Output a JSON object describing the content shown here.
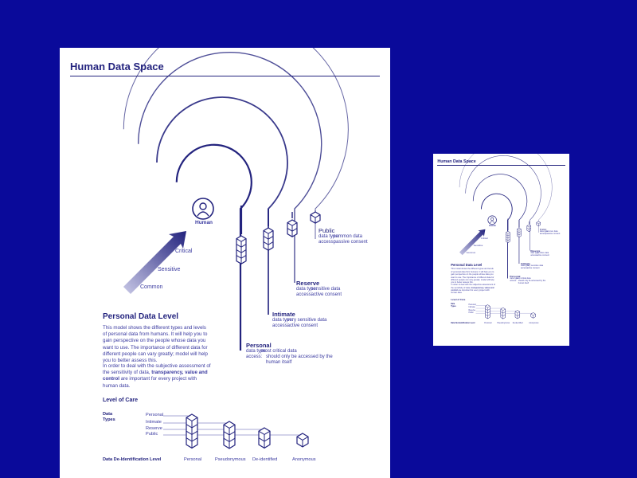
{
  "title": "Human Data Space",
  "colors": {
    "background": "#0a0a9a",
    "ink": "#23237e",
    "accent": "#3a3aa0"
  },
  "diagram": {
    "center_label": "Human",
    "center_icon": "person-icon",
    "arrow_labels": [
      "Critical",
      "Sensitive",
      "Common"
    ],
    "levels": [
      {
        "name": "Public",
        "type_key": "data type:",
        "type": "common data",
        "access_key": "access:",
        "access": "passive consent"
      },
      {
        "name": "Reserve",
        "type_key": "data type:",
        "type": "sensitive data",
        "access_key": "access:",
        "access": "active consent"
      },
      {
        "name": "Intimate",
        "type_key": "data type:",
        "type": "very sensitive data",
        "access_key": "access:",
        "access": "active consent"
      },
      {
        "name": "Personal",
        "type_key": "data type:",
        "type": "most critical data",
        "access_key": "access:",
        "access": "should only be accessed by the human itself"
      }
    ]
  },
  "personal_data_level": {
    "heading": "Personal Data Level",
    "para1": "This model shows the different types and levels of personal data from humans. It will help you to gain perspective on the people whose data you want to use. The importance of different data for different people can vary greatly; model will help you to better assess this.",
    "para2_pre": "In order to deal with the subjective assessment of the sensitivity of data, ",
    "para2_bold": "transparency, value and control",
    "para2_post": " are important for every project with human data."
  },
  "level_of_care": {
    "heading": "Level of Care",
    "types_label": "Data Types",
    "types": [
      "Personal",
      "Intimate",
      "Reserve",
      "Public"
    ],
    "deid_label": "Data De-Identification Level",
    "levels": [
      "Personal",
      "Pseudonymous",
      "De-identified",
      "Anonymous"
    ]
  }
}
